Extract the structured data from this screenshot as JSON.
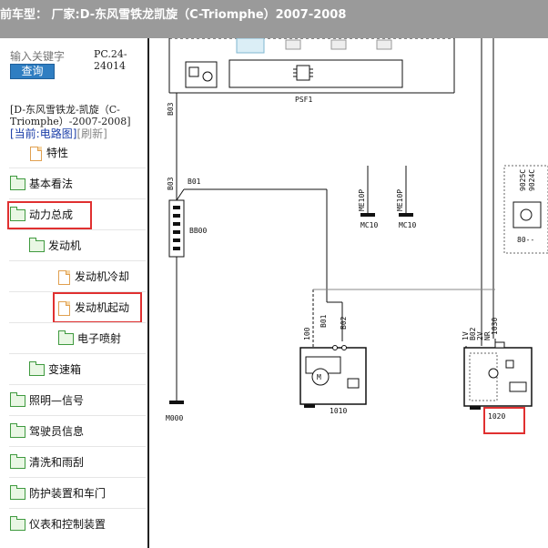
{
  "header": {
    "title": "前车型：  厂家:D-东风雪铁龙凯旋（C-Triomphe）2007-2008"
  },
  "search": {
    "placeholder": "输入关键字",
    "button_label": "查询",
    "code_line1": "PC.24-",
    "code_line2": "24014"
  },
  "model": {
    "info": "[D-东风雪铁龙-凯旋（C-Triomphe）-2007-2008]",
    "current_prefix": "[当前:",
    "current_value": "电路图",
    "current_suffix": "]",
    "refresh": "[刷新]"
  },
  "tree": {
    "items": [
      {
        "label": "特性",
        "icon": "page-icon"
      },
      {
        "label": "基本看法",
        "icon": "folder-icon"
      },
      {
        "label": "动力总成",
        "icon": "folder-icon"
      },
      {
        "label": "发动机",
        "icon": "folder-icon"
      },
      {
        "label": "发动机冷却",
        "icon": "page-icon"
      },
      {
        "label": "发动机起动",
        "icon": "page-icon"
      },
      {
        "label": "电子喷射",
        "icon": "folder-icon"
      },
      {
        "label": "变速箱",
        "icon": "folder-icon"
      },
      {
        "label": "照明—信号",
        "icon": "folder-icon"
      },
      {
        "label": "驾驶员信息",
        "icon": "folder-icon"
      },
      {
        "label": "清洗和雨刮",
        "icon": "folder-icon"
      },
      {
        "label": "防护装置和车门",
        "icon": "folder-icon"
      },
      {
        "label": "仪表和控制装置",
        "icon": "folder-icon"
      }
    ]
  },
  "diagram": {
    "labels": {
      "psf1": "PSF1",
      "b03_top": "B03",
      "b03_mid": "B03",
      "b01": "B01",
      "bb00": "BB00",
      "me10p_1": "ME10P",
      "me10p_2": "ME10P",
      "mc10_1": "MC10",
      "mc10_2": "MC10",
      "w9025c": "9025C",
      "w9024c": "9024C",
      "c80": "80--",
      "w100": "100",
      "w_b01": "B01",
      "w_b02": "B02",
      "w_1v": "1V",
      "w_b02b": "B02",
      "w_2v": "2V",
      "w_nr": "NR",
      "w1030": "1030",
      "m000": "M000",
      "c1010": "1010",
      "c1020": "1020",
      "motor": "M"
    }
  },
  "colors": {
    "titlebar": "#9a9a9a",
    "search_button": "#2f7ec2",
    "highlight": "#e03030",
    "folder": "#3f9a3f",
    "page": "#e0a050"
  }
}
